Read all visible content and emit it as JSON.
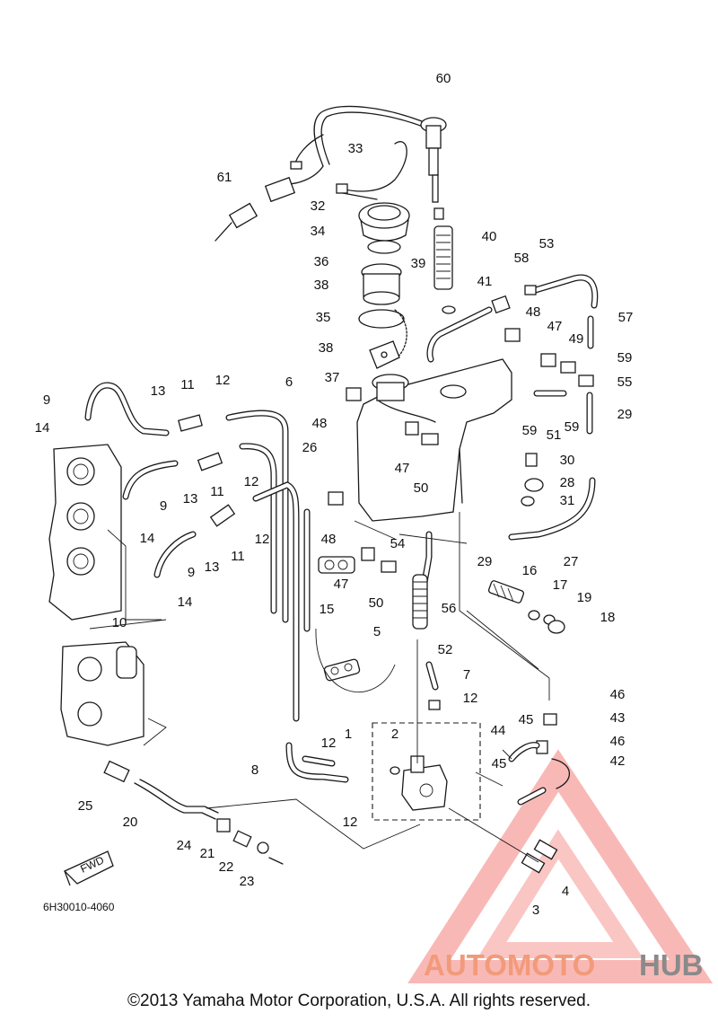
{
  "diagram": {
    "code": "6H30010-4060",
    "fwd_label": "FWD",
    "callouts": [
      {
        "id": "c60",
        "label": "60"
      },
      {
        "id": "c61",
        "label": "61"
      },
      {
        "id": "c33",
        "label": "33"
      },
      {
        "id": "c32",
        "label": "32"
      },
      {
        "id": "c34",
        "label": "34"
      },
      {
        "id": "c40",
        "label": "40"
      },
      {
        "id": "c53",
        "label": "53"
      },
      {
        "id": "c36",
        "label": "36"
      },
      {
        "id": "c39",
        "label": "39"
      },
      {
        "id": "c38a",
        "label": "38"
      },
      {
        "id": "c41",
        "label": "41"
      },
      {
        "id": "c58",
        "label": "58"
      },
      {
        "id": "c35",
        "label": "35"
      },
      {
        "id": "c48a",
        "label": "48"
      },
      {
        "id": "c57",
        "label": "57"
      },
      {
        "id": "c47a",
        "label": "47"
      },
      {
        "id": "c49",
        "label": "49"
      },
      {
        "id": "c38b",
        "label": "38"
      },
      {
        "id": "c37",
        "label": "37"
      },
      {
        "id": "c59a",
        "label": "59"
      },
      {
        "id": "c55",
        "label": "55"
      },
      {
        "id": "c9a",
        "label": "9"
      },
      {
        "id": "c13a",
        "label": "13"
      },
      {
        "id": "c11a",
        "label": "11"
      },
      {
        "id": "c12a",
        "label": "12"
      },
      {
        "id": "c6",
        "label": "6"
      },
      {
        "id": "c29a",
        "label": "29"
      },
      {
        "id": "c14a",
        "label": "14"
      },
      {
        "id": "c48b",
        "label": "48"
      },
      {
        "id": "c59b",
        "label": "59"
      },
      {
        "id": "c51",
        "label": "51"
      },
      {
        "id": "c59c",
        "label": "59"
      },
      {
        "id": "c26",
        "label": "26"
      },
      {
        "id": "c47b",
        "label": "47"
      },
      {
        "id": "c12b",
        "label": "12"
      },
      {
        "id": "c9b",
        "label": "9"
      },
      {
        "id": "c13b",
        "label": "13"
      },
      {
        "id": "c11b",
        "label": "11"
      },
      {
        "id": "c50a",
        "label": "50"
      },
      {
        "id": "c30",
        "label": "30"
      },
      {
        "id": "c28",
        "label": "28"
      },
      {
        "id": "c31",
        "label": "31"
      },
      {
        "id": "c14b",
        "label": "14"
      },
      {
        "id": "c12c",
        "label": "12"
      },
      {
        "id": "c48c",
        "label": "48"
      },
      {
        "id": "c54",
        "label": "54"
      },
      {
        "id": "c29b",
        "label": "29"
      },
      {
        "id": "c27",
        "label": "27"
      },
      {
        "id": "c9c",
        "label": "9"
      },
      {
        "id": "c13c",
        "label": "13"
      },
      {
        "id": "c11c",
        "label": "11"
      },
      {
        "id": "c47c",
        "label": "47"
      },
      {
        "id": "c16",
        "label": "16"
      },
      {
        "id": "c17",
        "label": "17"
      },
      {
        "id": "c19",
        "label": "19"
      },
      {
        "id": "c14c",
        "label": "14"
      },
      {
        "id": "c15",
        "label": "15"
      },
      {
        "id": "c50b",
        "label": "50"
      },
      {
        "id": "c56",
        "label": "56"
      },
      {
        "id": "c18",
        "label": "18"
      },
      {
        "id": "c10",
        "label": "10"
      },
      {
        "id": "c5",
        "label": "5"
      },
      {
        "id": "c52",
        "label": "52"
      },
      {
        "id": "c7",
        "label": "7"
      },
      {
        "id": "c46a",
        "label": "46"
      },
      {
        "id": "c12d",
        "label": "12"
      },
      {
        "id": "c43",
        "label": "43"
      },
      {
        "id": "c45a",
        "label": "45"
      },
      {
        "id": "c1",
        "label": "1"
      },
      {
        "id": "c2",
        "label": "2"
      },
      {
        "id": "c12e",
        "label": "12"
      },
      {
        "id": "c44",
        "label": "44"
      },
      {
        "id": "c46b",
        "label": "46"
      },
      {
        "id": "c42",
        "label": "42"
      },
      {
        "id": "c8",
        "label": "8"
      },
      {
        "id": "c45b",
        "label": "45"
      },
      {
        "id": "c25",
        "label": "25"
      },
      {
        "id": "c12f",
        "label": "12"
      },
      {
        "id": "c20",
        "label": "20"
      },
      {
        "id": "c24",
        "label": "24"
      },
      {
        "id": "c21",
        "label": "21"
      },
      {
        "id": "c22",
        "label": "22"
      },
      {
        "id": "c23",
        "label": "23"
      },
      {
        "id": "c4",
        "label": "4"
      },
      {
        "id": "c3",
        "label": "3"
      }
    ]
  },
  "watermark": {
    "part1": "AUTOMOTO",
    "part2": "HUB",
    "color1": "#f29a7a",
    "color2": "#8a8a8a",
    "triangle_color": "#f06a63"
  },
  "footer": {
    "copyright": "©2013 Yamaha Motor Corporation, U.S.A. All rights reserved."
  }
}
